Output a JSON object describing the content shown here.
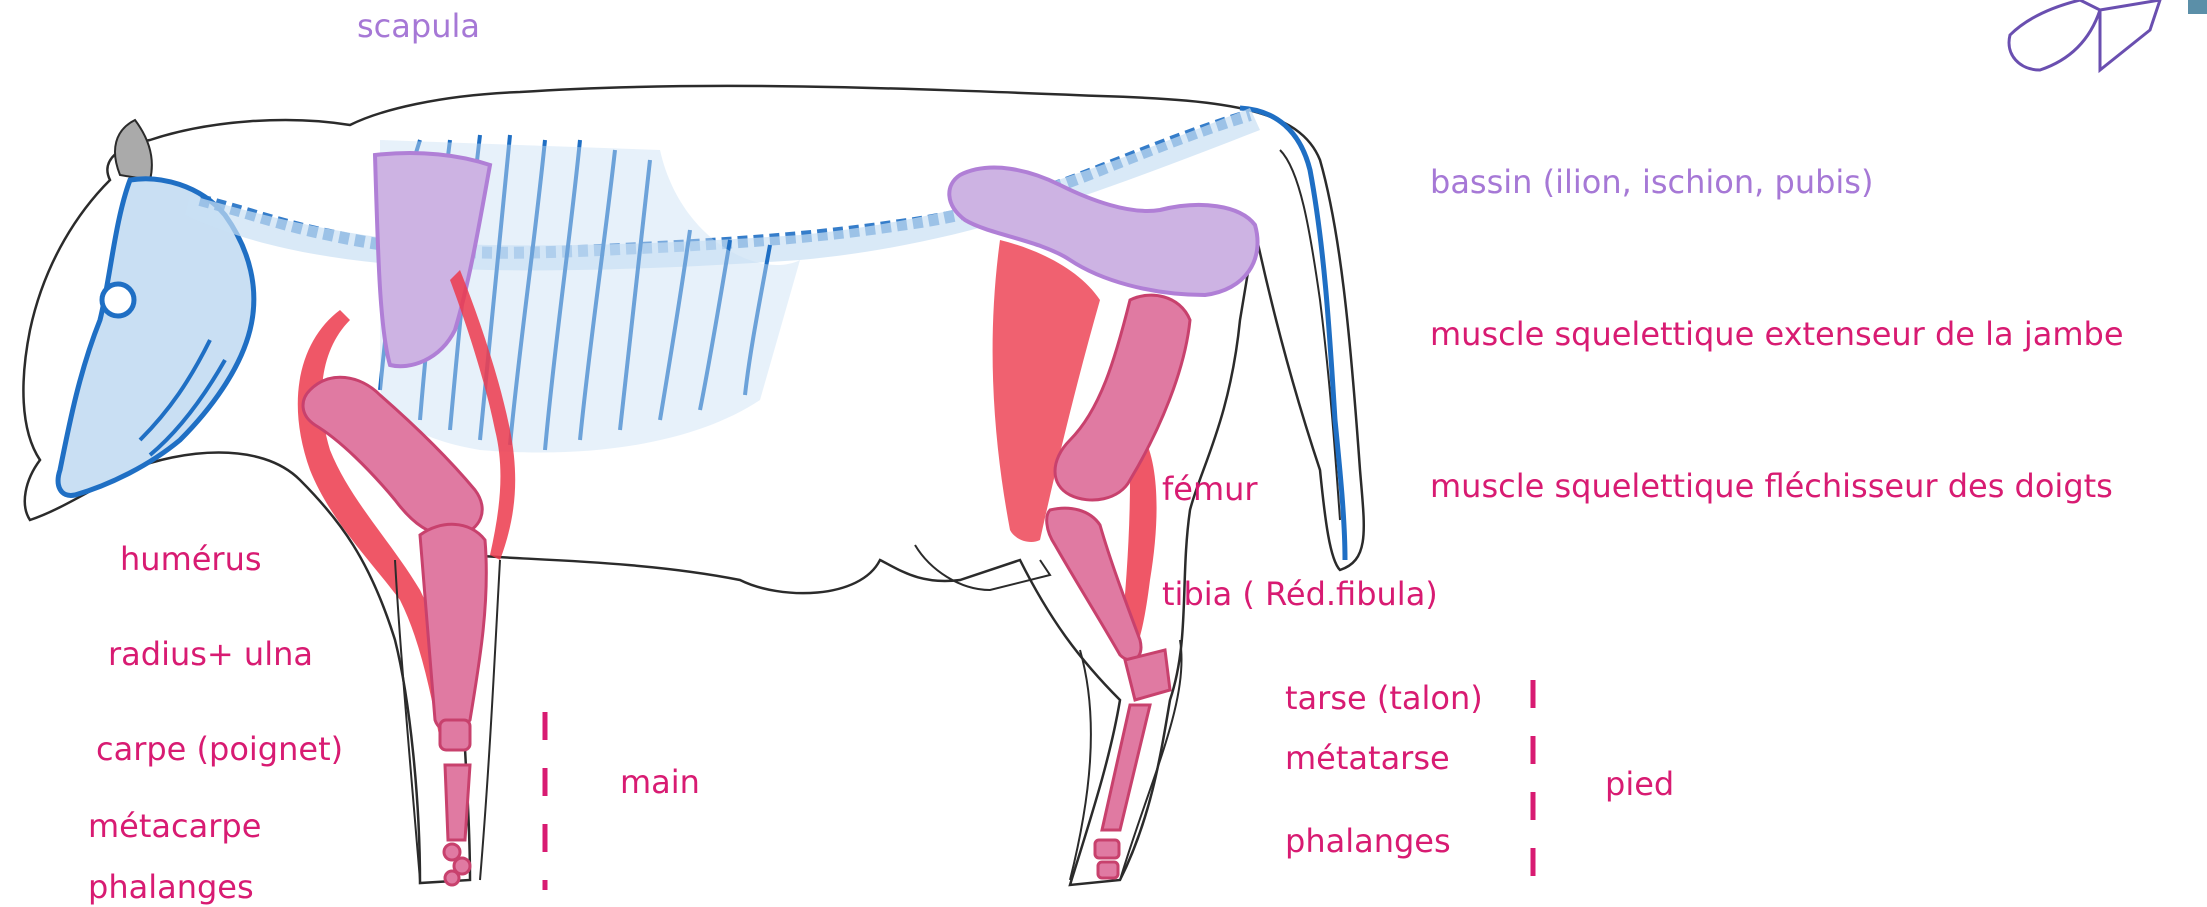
{
  "labels": {
    "scapula": "scapula",
    "bassin": "bassin (ilion, ischion, pubis)",
    "extenseur": "muscle squelettique extenseur de la jambe",
    "flechisseur": "muscle squelettique fléchisseur des doigts",
    "femur": "fémur",
    "tibia": "tibia ( Réd.fibula)",
    "humerus": "humérus",
    "radius": "radius+ ulna",
    "carpe": "carpe (poignet)",
    "metacarpe": "métacarpe",
    "phalanges_front": "phalanges",
    "main": "main",
    "tarse": "tarse (talon)",
    "metatarse": "métatarse",
    "phalanges_back": "phalanges",
    "pied": "pied"
  },
  "colors": {
    "bone_fill": "#c9dff3",
    "bone_stroke": "#1f6fc4",
    "girdle_fill": "#cdb3e3",
    "girdle_stroke": "#b07fd6",
    "limb_bone": "#e07aa2",
    "muscle": "#ec3a4c",
    "label_purple": "#a678d6",
    "label_pink": "#d81b72",
    "outline": "#2b2b2b"
  },
  "icons": [
    "pen-icon"
  ]
}
